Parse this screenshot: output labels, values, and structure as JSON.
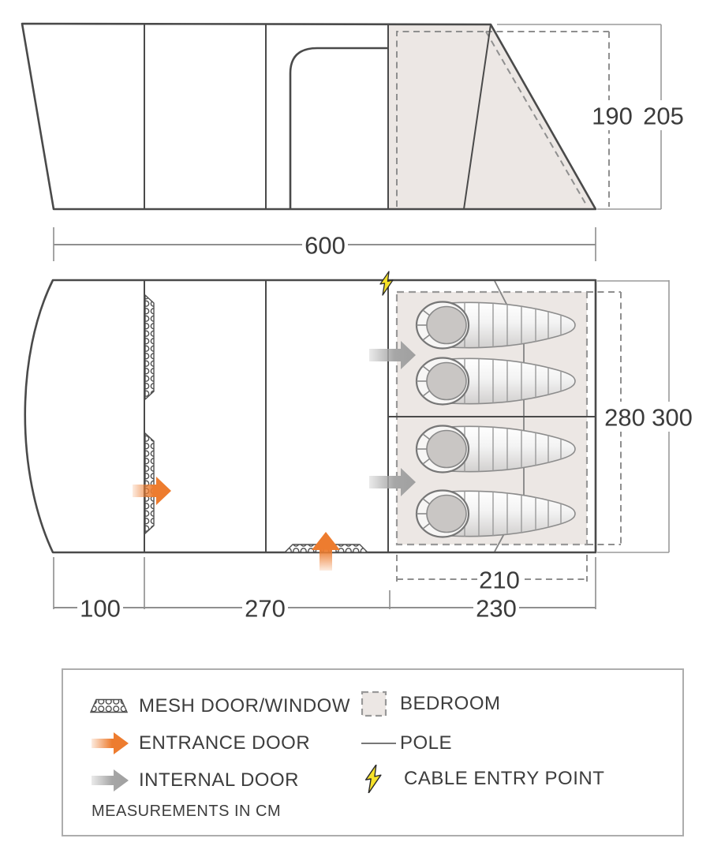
{
  "measurements": {
    "unit_note": "MEASUREMENTS IN CM",
    "side_width": "600",
    "side_height_inner": "190",
    "side_height_peak": "205",
    "plan_depth_inner": "280",
    "plan_depth_outer": "300",
    "bedroom_inner_width": "210",
    "front_section": "100",
    "living_section": "270",
    "bedroom_section": "230"
  },
  "legend": {
    "mesh_label": "MESH DOOR/WINDOW",
    "entrance_label": "ENTRANCE DOOR",
    "internal_label": "INTERNAL DOOR",
    "bedroom_label": "BEDROOM",
    "pole_label": "POLE",
    "cable_label": "CABLE ENTRY POINT",
    "note": "MEASUREMENTS IN CM"
  },
  "colors": {
    "outline": "#4a4a4a",
    "dimension_line": "#8f8f8f",
    "bedroom_fill": "#ece7e4",
    "entrance_arrow": "#ed7c2f",
    "internal_arrow": "#ababab",
    "cable_bolt_yellow": "#f6e229"
  }
}
